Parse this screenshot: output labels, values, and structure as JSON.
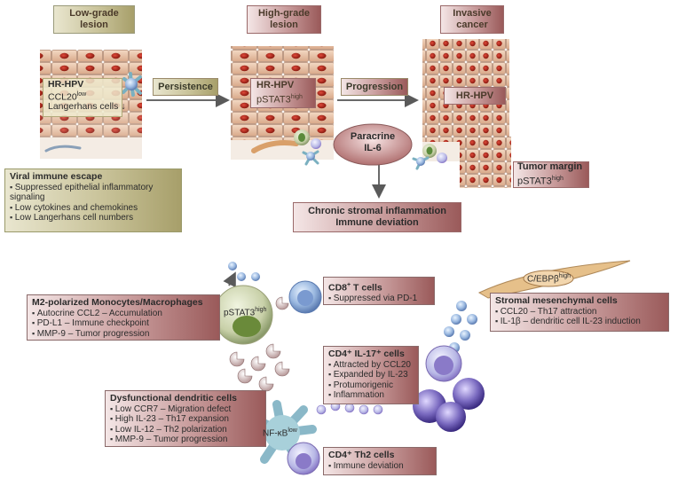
{
  "stages": [
    {
      "label": "Low-grade\nlesion"
    },
    {
      "label": "High-grade\nlesion"
    },
    {
      "label": "Invasive\ncancer"
    }
  ],
  "arrows": {
    "persistence": "Persistence",
    "progression": "Progression"
  },
  "lowgrade_overlay": {
    "hpv": "HR-HPV",
    "ccl20": "CCL20",
    "ccl20_sup": "low",
    "lang": "Langerhans cells"
  },
  "highgrade_overlay": {
    "hpv": "HR-HPV",
    "pstat": "pSTAT3",
    "pstat_sup": "high"
  },
  "invasive_overlay": {
    "hpv": "HR-HPV"
  },
  "paracrine": {
    "line1": "Paracrine",
    "line2": "IL-6"
  },
  "tumor_margin": {
    "line1": "Tumor margin",
    "line2": "pSTAT3",
    "sup": "high"
  },
  "viral_escape": {
    "title": "Viral immune escape",
    "items": [
      "Suppressed epithelial inflammatory signaling",
      "Low cytokines and chemokines",
      "Low Langerhans cell numbers"
    ]
  },
  "chronic": {
    "line1": "Chronic stromal inflammation",
    "line2": "Immune deviation"
  },
  "m2": {
    "title": "M2-polarized Monocytes/Macrophages",
    "items": [
      "Autocrine CCL2 – Accumulation",
      "PD-L1 – Immune checkpoint",
      "MMP-9 – Tumor progression"
    ],
    "cell_label": "pSTAT3",
    "cell_sup": "high"
  },
  "cd8": {
    "title": "CD8",
    "title_sup": "+",
    "title_rest": " T cells",
    "items": [
      "Suppressed via PD-1"
    ]
  },
  "cebp": {
    "label": "C/EBPβ",
    "sup": "high"
  },
  "stromal": {
    "title": "Stromal mesenchymal cells",
    "items": [
      "CCL20 – Th17 attraction",
      "IL-1β – dendritic cell IL-23 induction"
    ]
  },
  "cd4_il17": {
    "title": "CD4⁺ IL-17⁺ cells",
    "items": [
      "Attracted by CCL20",
      "Expanded by IL-23",
      "Protumorigenic",
      "Inflammation"
    ]
  },
  "dendritic": {
    "title": "Dysfunctional dendritic cells",
    "items": [
      "Low CCR7 – Migration defect",
      "High IL-23 – Th17 expansion",
      "Low IL-12 – Th2 polarization",
      "MMP-9 – Tumor progression"
    ],
    "nfkb": "NF-κB",
    "nfkb_sup": "low"
  },
  "cd4_th2": {
    "title": "CD4⁺ Th2 cells",
    "items": [
      "Immune deviation"
    ]
  }
}
